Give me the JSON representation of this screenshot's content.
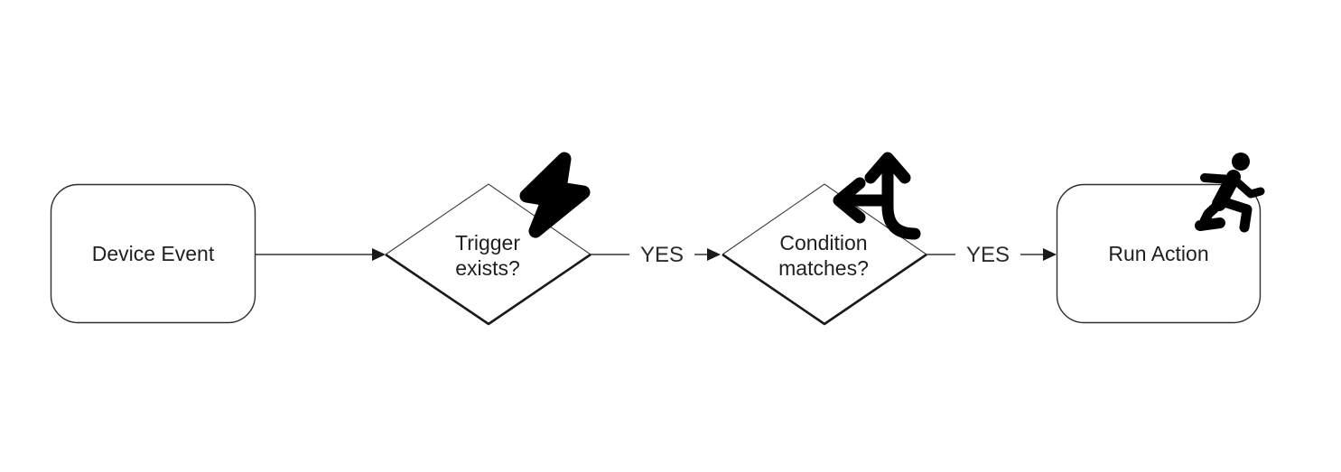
{
  "diagram": {
    "background_color": "#ffffff",
    "line_color": "#333333",
    "thick_edge_color": "#1a1a1a",
    "icon_color": "#000000",
    "text_color": "#1f1f1f",
    "nodes": [
      {
        "id": "device-event",
        "shape": "rounded-rectangle",
        "label": "Device Event",
        "icon": ""
      },
      {
        "id": "trigger-exists",
        "shape": "diamond",
        "label": "Trigger exists?",
        "icon": "lightning-bolt-icon"
      },
      {
        "id": "condition-matches",
        "shape": "diamond",
        "label": "Condition matches?",
        "icon": "split-arrows-icon"
      },
      {
        "id": "run-action",
        "shape": "rounded-rectangle",
        "label": "Run Action",
        "icon": "running-person-icon"
      }
    ],
    "edges": [
      {
        "from": "device-event",
        "to": "trigger-exists",
        "label": ""
      },
      {
        "from": "trigger-exists",
        "to": "condition-matches",
        "label": "YES"
      },
      {
        "from": "condition-matches",
        "to": "run-action",
        "label": "YES"
      }
    ]
  }
}
